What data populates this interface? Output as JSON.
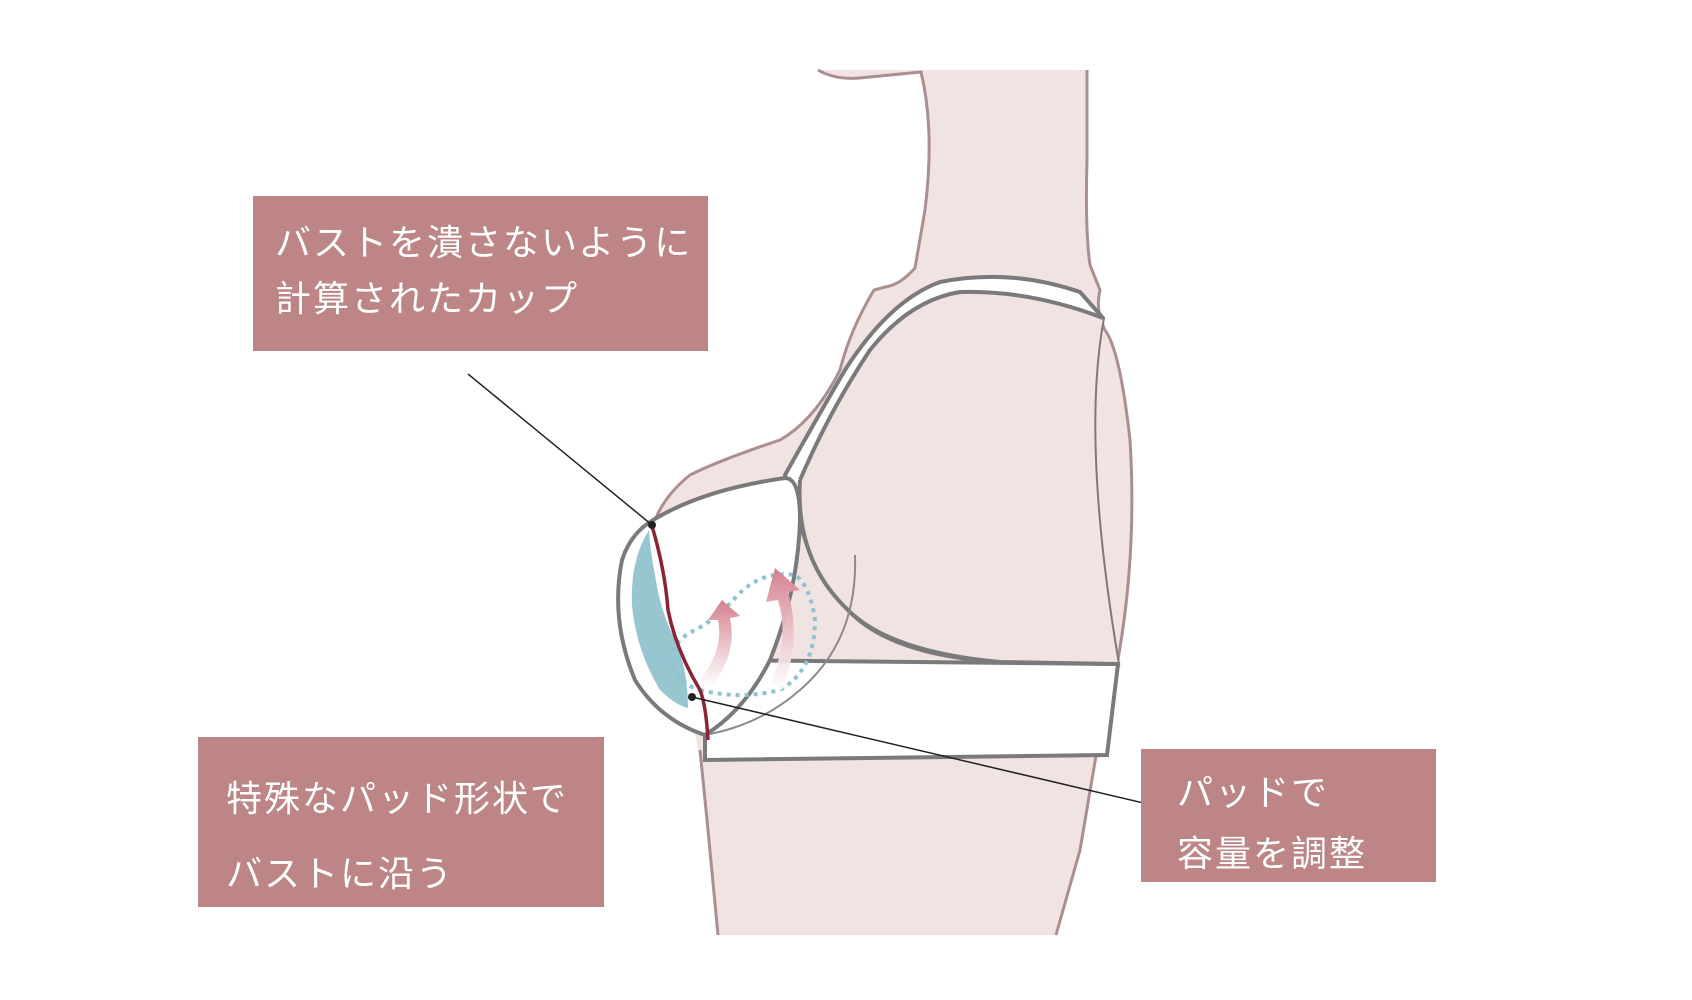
{
  "labels": {
    "cup": {
      "lines": [
        "バストを潰さないように",
        "計算されたカップ"
      ]
    },
    "pad_shape": {
      "lines": [
        "特殊なパッド形状で",
        "バストに沿う"
      ]
    },
    "volume": {
      "lines": [
        "パッドで",
        "容量を調整"
      ]
    }
  },
  "colors": {
    "skin": "#f2e3e3",
    "skin_outline": "#ab8e8f",
    "bra_fill": "#ffffff",
    "bra_outline": "#7a7a7a",
    "label_bg": "#bd8586",
    "label_text": "#ffffff",
    "pad_blue": "#97c6d1",
    "cup_line": "#8a2334",
    "arrow": "#d4808d",
    "dotted": "#8ec3cf"
  }
}
